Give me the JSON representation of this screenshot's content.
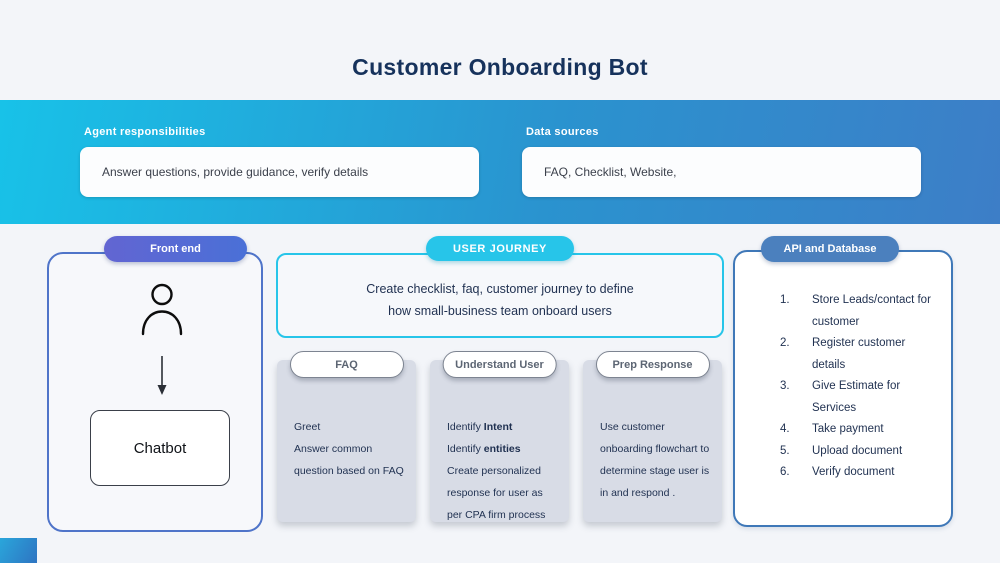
{
  "page": {
    "title": "Customer Onboarding Bot"
  },
  "banner": {
    "agent_responsibilities": {
      "label": "Agent responsibilities",
      "value": "Answer questions, provide guidance, verify details"
    },
    "data_sources": {
      "label": "Data sources",
      "value": "FAQ, Checklist, Website,"
    }
  },
  "front_end": {
    "badge": "Front end",
    "chatbot_label": "Chatbot",
    "icons": {
      "user": "person-icon",
      "arrow": "arrow-down-icon"
    }
  },
  "user_journey": {
    "badge": "USER JOURNEY",
    "line1": "Create checklist, faq,  customer journey to define",
    "line2": "how small-business team onboard users"
  },
  "stage_cards": [
    {
      "badge": "FAQ",
      "paragraphs": [
        [
          {
            "t": "Greet"
          }
        ],
        [
          {
            "t": "Answer common question based on FAQ"
          }
        ]
      ]
    },
    {
      "badge": "Understand User",
      "paragraphs": [
        [
          {
            "t": "Identify "
          },
          {
            "t": "Intent",
            "b": true
          }
        ],
        [
          {
            "t": "Identify "
          },
          {
            "t": "entities",
            "b": true
          }
        ],
        [
          {
            "t": "Create personalized response for user as per CPA firm process"
          }
        ]
      ]
    },
    {
      "badge": "Prep Response",
      "paragraphs": [
        [
          {
            "t": "Use customer onboarding flowchart to determine stage user is in and respond ."
          }
        ]
      ]
    }
  ],
  "api": {
    "badge": "API and Database",
    "items": [
      "Store Leads/contact for customer",
      "Register customer details",
      "Give Estimate for Services",
      "Take payment",
      "Upload document",
      "Verify document"
    ]
  },
  "colors": {
    "title_navy": "#16325c",
    "banner_gradient_start": "#18c2e8",
    "banner_gradient_end": "#3d7ec7",
    "cyan_accent": "#27c5e9",
    "frontend_badge_start": "#6265d2",
    "frontend_badge_end": "#4a70d7",
    "frontend_border": "#4f74c9",
    "api_blue": "#4b80be",
    "api_border": "#3f78b8",
    "stage_card_bg": "#d8dce6",
    "body_text_navy": "#1f3050"
  }
}
